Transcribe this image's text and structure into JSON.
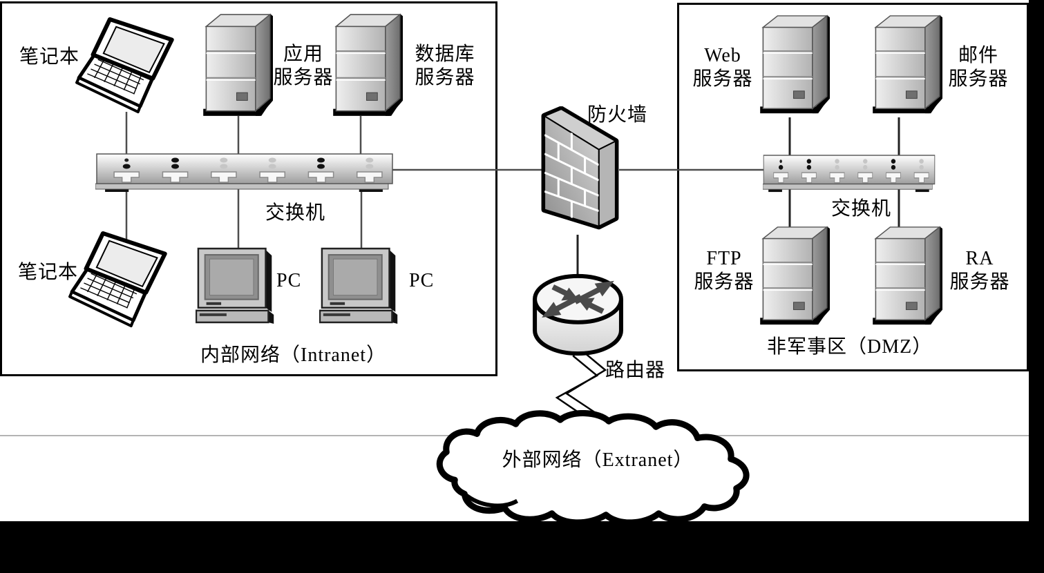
{
  "zones": {
    "intranet": {
      "label": "内部网络（Intranet）",
      "nodes": {
        "laptop_top": {
          "label": "笔记本"
        },
        "app_server": {
          "label": "应用\n服务器"
        },
        "db_server": {
          "label": "数据库\n服务器"
        },
        "switch": {
          "label": "交换机"
        },
        "laptop_bottom": {
          "label": "笔记本"
        },
        "pc_left": {
          "label": "PC"
        },
        "pc_right": {
          "label": "PC"
        }
      }
    },
    "perimeter": {
      "firewall": {
        "label": "防火墙"
      },
      "router": {
        "label": "路由器"
      },
      "extranet": {
        "label": "外部网络（Extranet）"
      }
    },
    "dmz": {
      "label": "非军事区（DMZ）",
      "nodes": {
        "web_server": {
          "label": "Web\n服务器"
        },
        "mail_server": {
          "label": "邮件\n服务器"
        },
        "switch": {
          "label": "交换机"
        },
        "ftp_server": {
          "label": "FTP\n服务器"
        },
        "ra_server": {
          "label": "RA\n服务器"
        }
      }
    }
  },
  "colors": {
    "line": "#4d4d4d",
    "device_gray": "#c8c8c8",
    "outline": "#000000"
  }
}
